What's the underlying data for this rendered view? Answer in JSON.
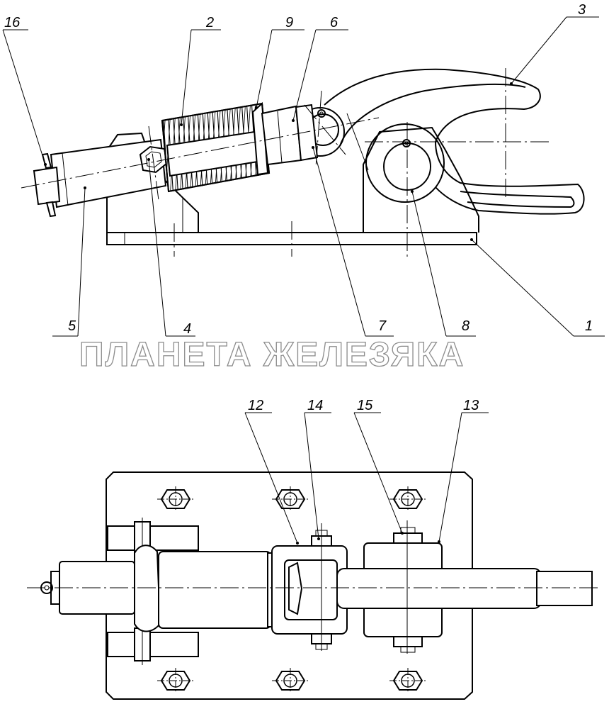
{
  "callouts": {
    "c1": "1",
    "c2": "2",
    "c3": "3",
    "c4": "4",
    "c5": "5",
    "c6": "6",
    "c7": "7",
    "c8": "8",
    "c9": "9",
    "c12": "12",
    "c13": "13",
    "c14": "14",
    "c15": "15",
    "c16": "16"
  },
  "watermark": "ПЛАНЕТА ЖЕЛЕЗЯКА"
}
